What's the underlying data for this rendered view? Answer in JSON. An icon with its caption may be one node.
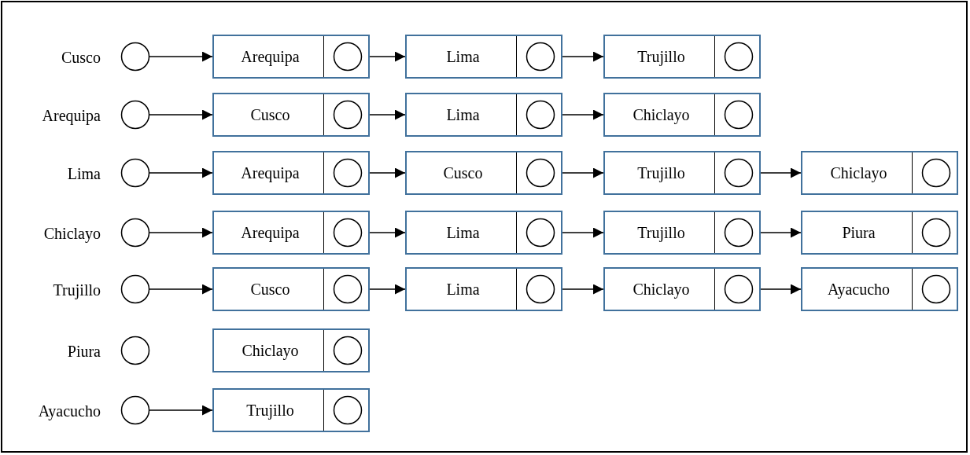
{
  "diagram": {
    "nodes": [
      {
        "text": [],
        "shape": "circle",
        "beside": [
          "Cusco"
        ]
      },
      {
        "text": [
          "Arequipa"
        ]
      },
      {
        "text": [
          "Lima"
        ]
      },
      {
        "text": [
          "Trujillo"
        ]
      },
      {
        "text": [],
        "shape": "circle",
        "beside": [
          "Arequipa"
        ]
      },
      {
        "text": [
          "Cusco"
        ]
      },
      {
        "text": [
          "Lima"
        ]
      },
      {
        "text": [
          "Chiclayo"
        ]
      },
      {
        "text": [],
        "shape": "circle",
        "beside": [
          "Lima"
        ]
      },
      {
        "text": [
          "Arequipa"
        ]
      },
      {
        "text": [
          "Cusco"
        ]
      },
      {
        "text": [
          "Trujillo"
        ]
      },
      {
        "text": [
          "Chiclayo"
        ]
      },
      {
        "text": [],
        "shape": "circle",
        "beside": [
          "Chiclayo"
        ]
      },
      {
        "text": [
          "Arequipa"
        ]
      },
      {
        "text": [
          "Lima"
        ]
      },
      {
        "text": [
          "Trujillo"
        ]
      },
      {
        "text": [
          "Piura"
        ]
      },
      {
        "text": [],
        "shape": "circle",
        "beside": [
          "Trujillo"
        ]
      },
      {
        "text": [
          "Cusco"
        ]
      },
      {
        "text": [
          "Lima"
        ]
      },
      {
        "text": [
          "Chiclayo"
        ]
      },
      {
        "text": [
          "Ayacucho"
        ]
      },
      {
        "text": [],
        "shape": "circle",
        "beside": [
          "Piura"
        ]
      },
      {
        "text": [
          "Chiclayo"
        ]
      },
      {
        "text": [],
        "shape": "circle",
        "beside": [
          "Ayacucho"
        ]
      },
      {
        "text": [
          "Trujillo"
        ]
      }
    ],
    "edges": [
      {
        "from": 0,
        "to": 1,
        "arrow": "to"
      },
      {
        "from": 1,
        "to": 2,
        "arrow": "to"
      },
      {
        "from": 2,
        "to": 3,
        "arrow": "to"
      },
      {
        "from": 4,
        "to": 5,
        "arrow": "to"
      },
      {
        "from": 5,
        "to": 6,
        "arrow": "to"
      },
      {
        "from": 6,
        "to": 7,
        "arrow": "to"
      },
      {
        "from": 8,
        "to": 9,
        "arrow": "to"
      },
      {
        "from": 9,
        "to": 10,
        "arrow": "to"
      },
      {
        "from": 10,
        "to": 11,
        "arrow": "to"
      },
      {
        "from": 11,
        "to": 12,
        "arrow": "to"
      },
      {
        "from": 13,
        "to": 14,
        "arrow": "to"
      },
      {
        "from": 14,
        "to": 15,
        "arrow": "to"
      },
      {
        "from": 15,
        "to": 16,
        "arrow": "to"
      },
      {
        "from": 16,
        "to": 17,
        "arrow": "to"
      },
      {
        "from": 18,
        "to": 19,
        "arrow": "to"
      },
      {
        "from": 19,
        "to": 20,
        "arrow": "to"
      },
      {
        "from": 20,
        "to": 21,
        "arrow": "to"
      },
      {
        "from": 21,
        "to": 22,
        "arrow": "to"
      },
      {
        "from": 25,
        "to": 26,
        "arrow": "to"
      }
    ]
  }
}
